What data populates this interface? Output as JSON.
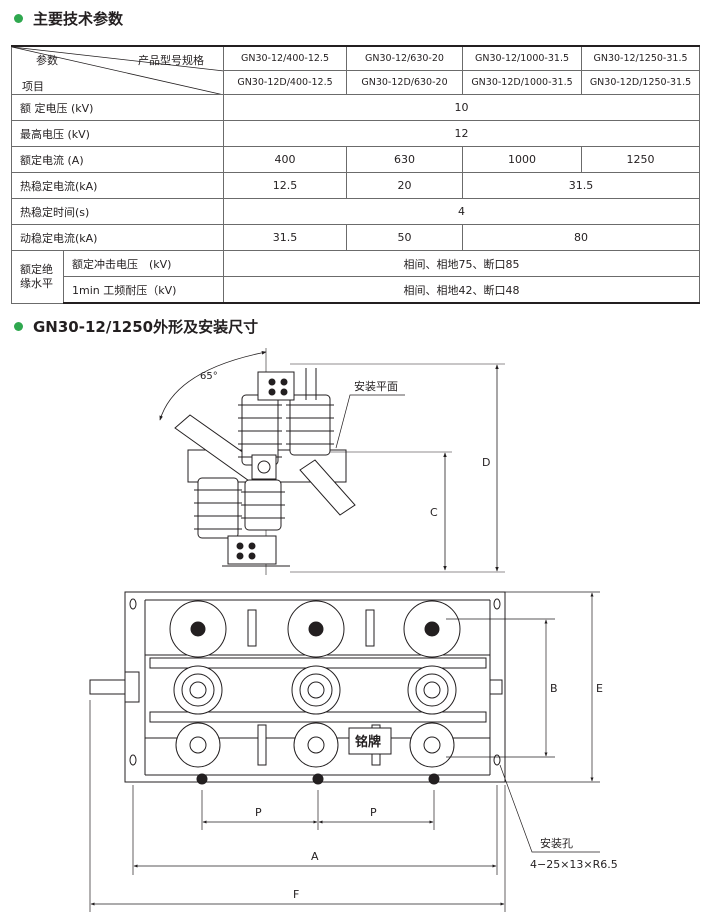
{
  "section1_title": "主要技术参数",
  "section2_title": "GN30-12/1250外形及安装尺寸",
  "table": {
    "header_param": "参数",
    "header_model": "产品型号规格",
    "header_item": "项目",
    "models_row1": [
      "GN30-12/400-12.5",
      "GN30-12/630-20",
      "GN30-12/1000-31.5",
      "GN30-12/1250-31.5"
    ],
    "models_row2": [
      "GN30-12D/400-12.5",
      "GN30-12D/630-20",
      "GN30-12D/1000-31.5",
      "GN30-12D/1250-31.5"
    ],
    "rows": {
      "rated_voltage": {
        "label": "额 定电压 (kV)",
        "value": "10"
      },
      "max_voltage": {
        "label": "最高电压 (kV)",
        "value": "12"
      },
      "rated_current": {
        "label": "额定电流 (A)",
        "values": [
          "400",
          "630",
          "1000",
          "1250"
        ]
      },
      "thermal_current": {
        "label": "热稳定电流(kA)",
        "values": [
          "12.5",
          "20",
          "31.5"
        ]
      },
      "thermal_time": {
        "label": "热稳定时间(s)",
        "value": "4"
      },
      "dynamic_current": {
        "label": "动稳定电流(kA)",
        "values": [
          "31.5",
          "50",
          "80"
        ]
      },
      "insulation": {
        "group_label": "额定绝缘水平",
        "impulse_label": "额定冲击电压　(kV)",
        "impulse_value": "相间、相地75、断口85",
        "power_freq_label": "1min 工频耐压（kV)",
        "power_freq_value": "相间、相地42、断口48"
      }
    }
  },
  "drawing": {
    "angle_label": "65°",
    "mount_plane_label": "安装平面",
    "dim_c": "C",
    "dim_d": "D",
    "dim_b": "B",
    "dim_e": "E",
    "dim_p1": "P",
    "dim_p2": "P",
    "dim_a": "A",
    "dim_f": "F",
    "nameplate": "铭牌",
    "mount_hole_label": "安装孔",
    "mount_hole_spec": "4−25×13×R6.5"
  },
  "colors": {
    "accent": "#2fa84f",
    "line": "#231f20"
  }
}
